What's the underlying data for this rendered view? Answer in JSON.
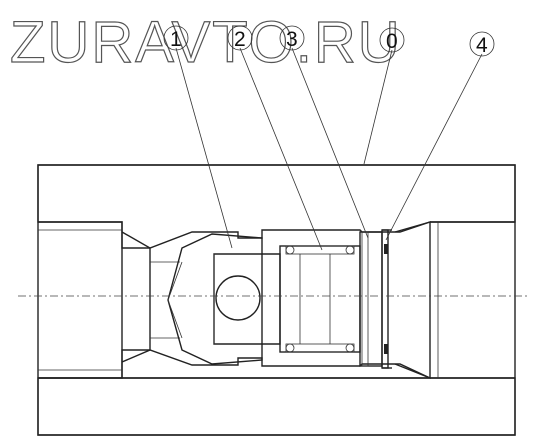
{
  "watermark": "ZURAVTO.RU",
  "callouts": [
    {
      "id": "c1",
      "label": "1"
    },
    {
      "id": "c2",
      "label": "2"
    },
    {
      "id": "c3",
      "label": "3"
    },
    {
      "id": "c0",
      "label": "0"
    },
    {
      "id": "c4",
      "label": "4"
    }
  ]
}
